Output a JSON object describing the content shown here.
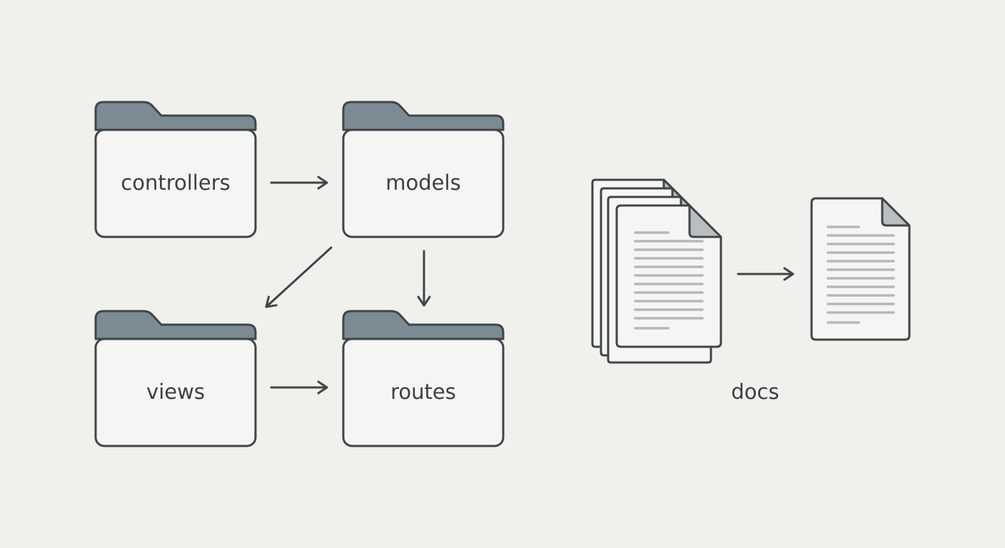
{
  "folders": {
    "controllers": "controllers",
    "models": "models",
    "views": "views",
    "routes": "routes"
  },
  "docs": {
    "label": "docs"
  },
  "colors": {
    "background": "#f0f0ed",
    "stroke": "#3f4549",
    "folder_tab": "#7b8a93",
    "folder_body": "#f5f5f3",
    "page_fold": "#b9bec1",
    "text_line": "#b6b8b7"
  },
  "icons": [
    "folder-icon",
    "stacked-documents-icon",
    "document-icon",
    "arrow-icon"
  ]
}
